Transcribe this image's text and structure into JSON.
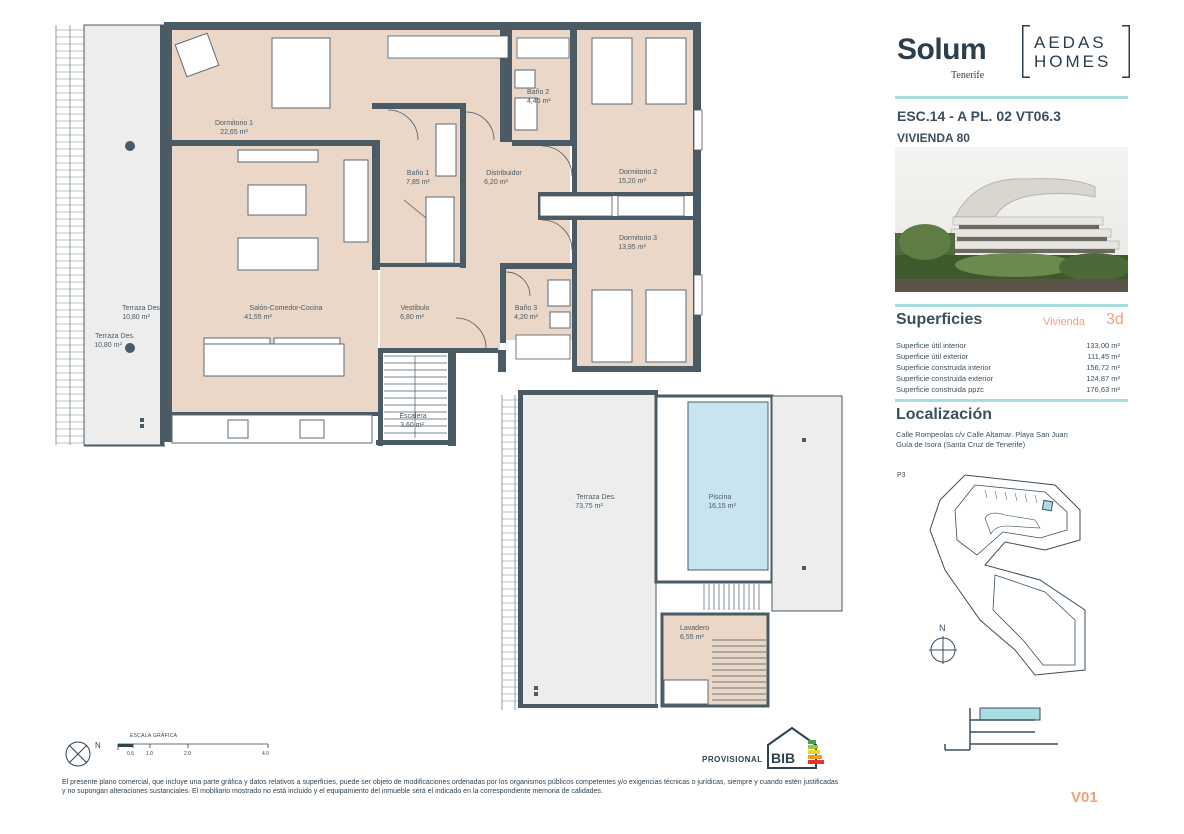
{
  "brand": {
    "solum": "Solum",
    "solum_sub": "Tenerife",
    "aedas_line1": "AEDAS",
    "aedas_line2": "HOMES"
  },
  "unit": {
    "code": "ESC.14 - A  PL. 02 VT06.3",
    "name": "VIVIENDA 80"
  },
  "superficies": {
    "title": "Superficies",
    "type_label": "Vivienda",
    "type_code": "3d",
    "rows": [
      {
        "label": "Superficie útil interior",
        "value": "133,00 m²"
      },
      {
        "label": "Superficie útil exterior",
        "value": "111,45 m²"
      },
      {
        "label": "Superficie construida interior",
        "value": "156,72 m²"
      },
      {
        "label": "Superficie construida exterior",
        "value": "124,87 m²"
      },
      {
        "label": "Superficie construida ppzc",
        "value": "176,63 m²"
      }
    ]
  },
  "localizacion": {
    "title": "Localización",
    "line1": "Calle Rompeolas c/v Calle Altamar. Playa San Juan",
    "line2": "Guía de Isora (Santa Cruz de Tenerife)",
    "plan_label": "P3",
    "north": "N"
  },
  "rooms": [
    {
      "name": "Dormitorio 1",
      "area": "22,65 m²"
    },
    {
      "name": "Baño 2",
      "area": "4,45 m²"
    },
    {
      "name": "Baño 1",
      "area": "7,85 m²"
    },
    {
      "name": "Distribuidor",
      "area": "6,20 m²"
    },
    {
      "name": "Dormitorio 2",
      "area": "15,20 m²"
    },
    {
      "name": "Dormitorio 3",
      "area": "13,95 m²"
    },
    {
      "name": "Salón-Comedor-Cocina",
      "area": "41,55 m²"
    },
    {
      "name": "Vestíbulo",
      "area": "6,80 m²"
    },
    {
      "name": "Baño 3",
      "area": "4,20 m²"
    },
    {
      "name": "Terraza Des.",
      "area": "10,80 m²"
    },
    {
      "name": "Terraza Des.",
      "area": "10,80 m²"
    },
    {
      "name": "Escalera",
      "area": "3,60 m²"
    },
    {
      "name": "Terraza Des.",
      "area": "73,75 m²"
    },
    {
      "name": "Piscina",
      "area": "16,15 m²"
    },
    {
      "name": "Lavadero",
      "area": "6,55 m²"
    }
  ],
  "scale": {
    "label": "ESCALA GRÁFICA",
    "ticks": [
      "0.5",
      "1.0",
      "2.0",
      "4.0"
    ],
    "north": "N"
  },
  "status": "PROVISIONAL",
  "energy_label": "BIB",
  "version": "V01",
  "disclaimer": "El presente plano comercial, que incluye una parte gráfica y datos relativos a superficies, puede ser objeto de modificaciones ordenadas por los organismos públicos competentes y/o exigencias técnicas o jurídicas, siempre y cuando estén justificadas y no supongan alteraciones sustanciales. El mobiliario mostrado no está incluido y el equipamiento del inmueble será el indicado en la correspondiente memoria de calidades.",
  "colors": {
    "wall": "#4b5b66",
    "room_fill": "#ead7c8",
    "terrace_fill": "#ededed",
    "pool_fill": "#c8e4ee",
    "accent_rule": "#a9dde0",
    "accent_orange": "#f0a17a"
  }
}
